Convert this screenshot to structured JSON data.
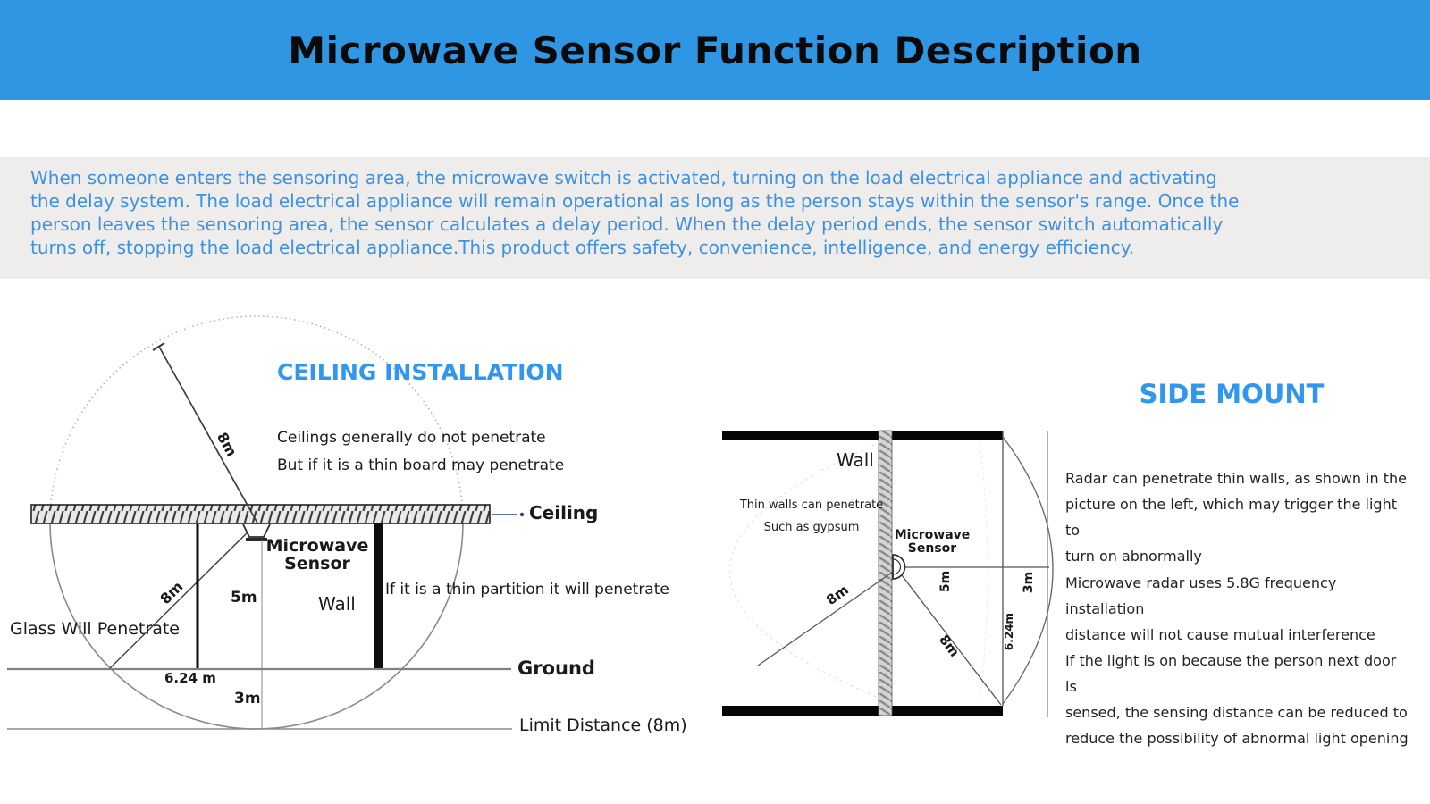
{
  "colors": {
    "header_bg": "#2f96e3",
    "intro_bg": "#efecec",
    "intro_text": "#3c92e0",
    "accent_blue": "#2f97f0"
  },
  "header": {
    "title": "Microwave Sensor Function Description"
  },
  "intro": {
    "text": "When someone enters the sensoring area, the microwave switch is activated, turning on the load electrical appliance and activating\nthe delay system. The load electrical appliance will remain operational as long as the person stays within the sensor's range. Once the\nperson leaves the sensoring area, the sensor calculates a delay period. When the delay period ends, the sensor switch automatically\nturns off, stopping the load electrical appliance.This product offers safety, convenience, intelligence, and energy efficiency."
  },
  "ceiling_diagram": {
    "title": "CEILING INSTALLATION",
    "note1": "Ceilings generally do not penetrate",
    "note2": "But if it is a thin board may penetrate",
    "ceiling_label": "Ceiling",
    "sensor_label": "Microwave\nSensor",
    "wall_label": "Wall",
    "partition_note": "If it is a thin partition it will penetrate",
    "glass_note": "Glass Will Penetrate",
    "ground_label": "Ground",
    "limit_label": "Limit Distance (8m)",
    "dims": {
      "radius_top": "8m",
      "radius_side": "8m",
      "height_to_ground": "5m",
      "ground_half_width": "6.24 m",
      "below_ground": "3m"
    }
  },
  "side_diagram": {
    "title": "SIDE MOUNT",
    "wall_label": "Wall",
    "thin_wall_note": "Thin walls can penetrate\nSuch as gypsum",
    "sensor_label": "Microwave\nSensor",
    "dims": {
      "radius_left": "8m",
      "radius_right": "8m",
      "horizontal": "5m",
      "beyond_wall": "3m",
      "vertical": "6.24m"
    }
  },
  "side_notes": {
    "p1": "Radar can penetrate thin walls, as shown in the\npicture on the left, which may trigger the light to\nturn on abnormally",
    "p2": "Microwave radar uses 5.8G frequency installation\ndistance will not cause mutual interference",
    "p3": "If the light is on because the person next door is\nsensed, the sensing distance can be reduced to\nreduce the possibility of abnormal light opening"
  }
}
